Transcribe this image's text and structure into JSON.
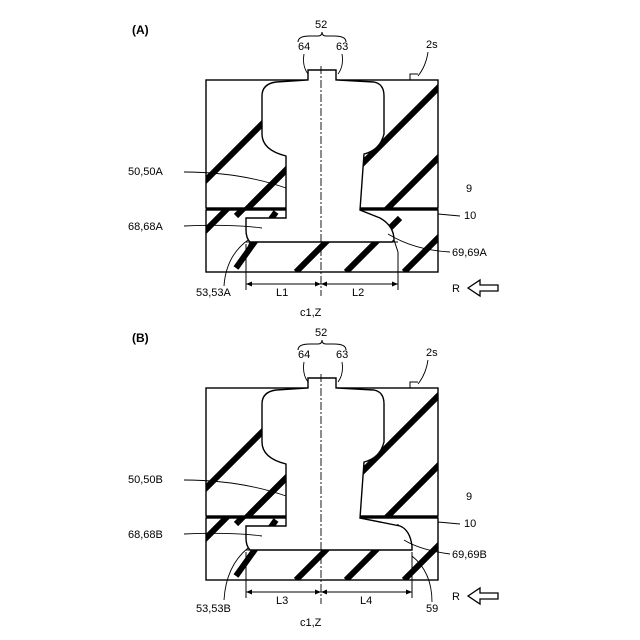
{
  "panels": [
    {
      "id": "A",
      "label": "(A)",
      "callout_top": "52",
      "callout_left": "64",
      "callout_right": "63",
      "surface_label": "2s",
      "label_left_upper": "50,50A",
      "label_left_lower": "68,68A",
      "label_bottom_left": "53,53A",
      "label_right_9": "9",
      "label_right_10": "10",
      "label_right_lower": "69,69A",
      "dim_left": "L1",
      "dim_right": "L2",
      "axis_label": "c1,Z",
      "direction_label": "R",
      "extra_label": ""
    },
    {
      "id": "B",
      "label": "(B)",
      "callout_top": "52",
      "callout_left": "64",
      "callout_right": "63",
      "surface_label": "2s",
      "label_left_upper": "50,50B",
      "label_left_lower": "68,68B",
      "label_bottom_left": "53,53B",
      "label_right_9": "9",
      "label_right_10": "10",
      "label_right_lower": "69,69B",
      "dim_left": "L3",
      "dim_right": "L4",
      "axis_label": "c1,Z",
      "direction_label": "R",
      "extra_label": "59"
    }
  ]
}
